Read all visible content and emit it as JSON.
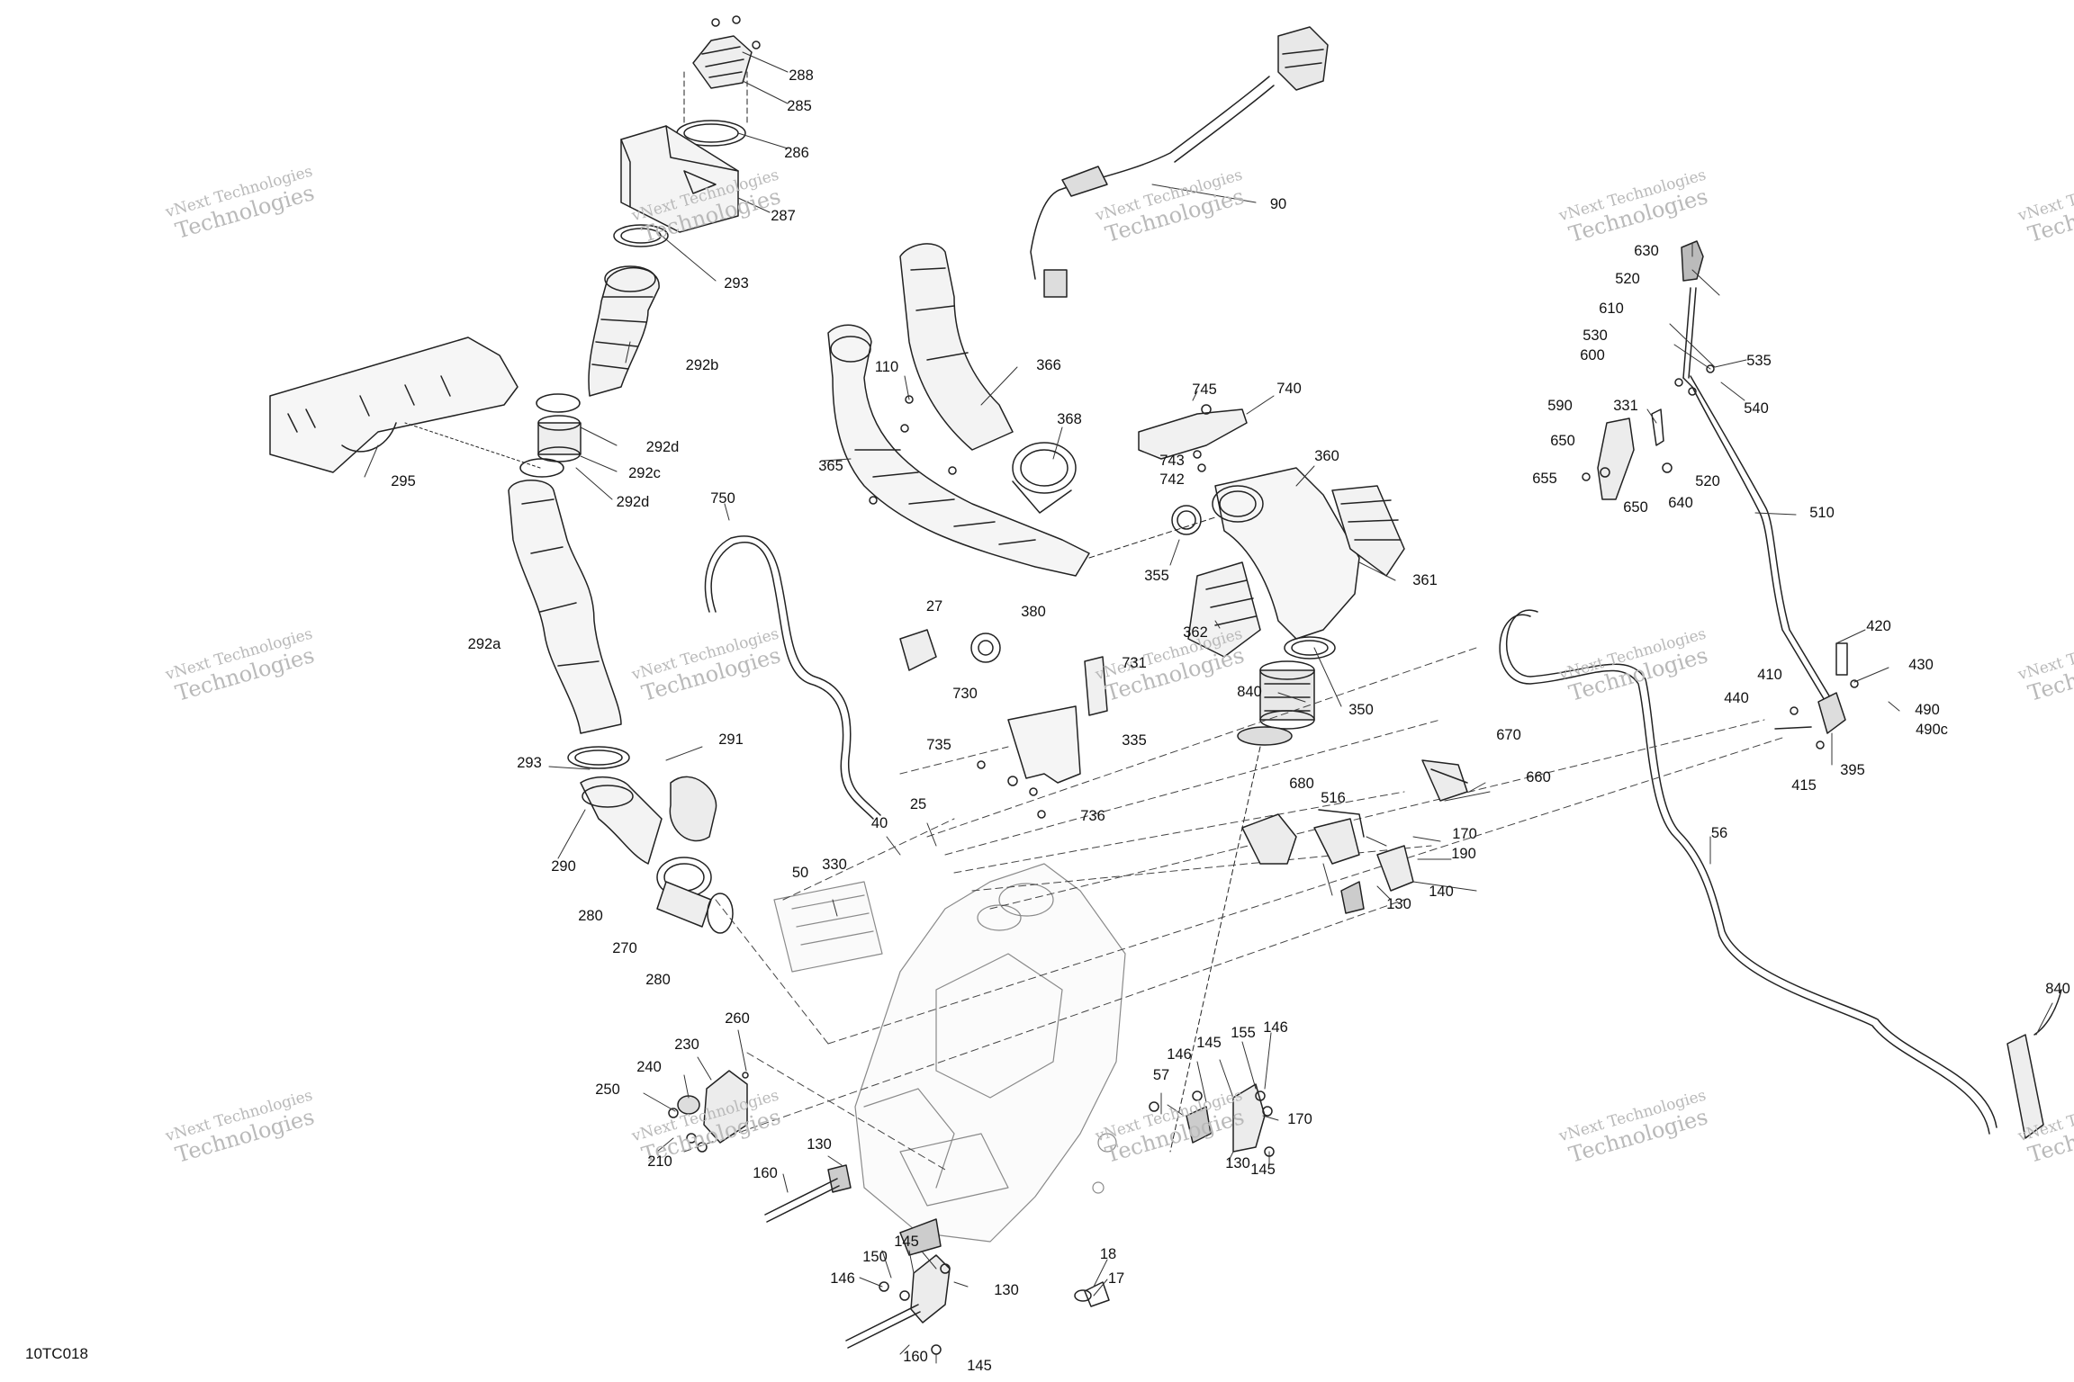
{
  "diagram_code": "10TC018",
  "watermark": {
    "line1": "vNext Technologies",
    "line2": "Technologies"
  },
  "callouts": [
    "288",
    "285",
    "286",
    "287",
    "293",
    "292b",
    "292d",
    "292c",
    "292d",
    "295",
    "292a",
    "293",
    "291",
    "290",
    "280",
    "270",
    "280",
    "90",
    "110",
    "366",
    "368",
    "365",
    "745",
    "740",
    "743",
    "742",
    "360",
    "355",
    "361",
    "362",
    "750",
    "27",
    "380",
    "731",
    "840",
    "350",
    "730",
    "735",
    "335",
    "736",
    "630",
    "520",
    "610",
    "530",
    "535",
    "600",
    "540",
    "331",
    "590",
    "650",
    "655",
    "650",
    "640",
    "520",
    "510",
    "420",
    "430",
    "410",
    "440",
    "490",
    "490c",
    "395",
    "415",
    "56",
    "670",
    "660",
    "680",
    "516",
    "170",
    "190",
    "130",
    "140",
    "25",
    "40",
    "50",
    "330",
    "260",
    "230",
    "240",
    "250",
    "210",
    "130",
    "160",
    "145",
    "150",
    "146",
    "130",
    "160",
    "145",
    "18",
    "17",
    "146",
    "145",
    "155",
    "146",
    "57",
    "170",
    "130",
    "145",
    "840"
  ]
}
